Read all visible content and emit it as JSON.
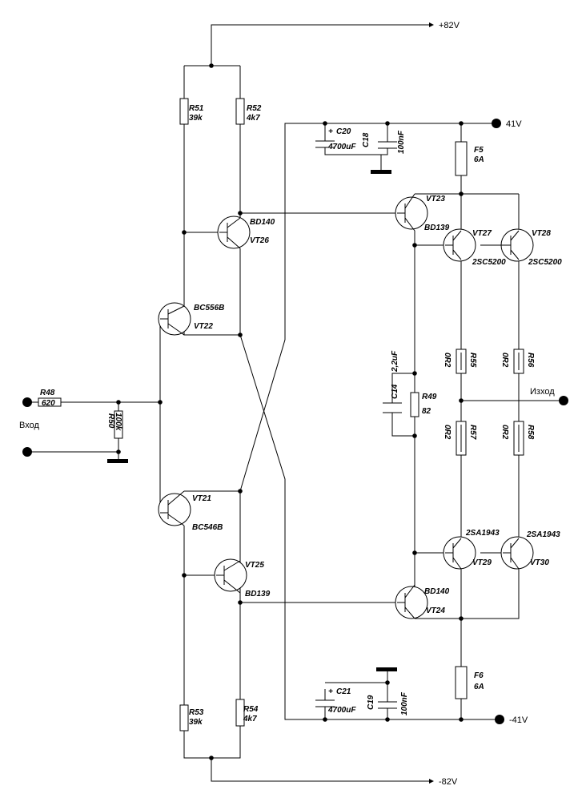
{
  "rails": {
    "pos82": "+82V",
    "neg82": "-82V",
    "pos41": "41V",
    "neg41": "-41V"
  },
  "io": {
    "input": "Вход",
    "output": "Изход"
  },
  "resistors": {
    "r48": {
      "ref": "R48",
      "value": "620"
    },
    "r50": {
      "ref": "R50",
      "value": "100k"
    },
    "r51": {
      "ref": "R51",
      "value": "39k"
    },
    "r52": {
      "ref": "R52",
      "value": "4k7"
    },
    "r53": {
      "ref": "R53",
      "value": "39k"
    },
    "r54": {
      "ref": "R54",
      "value": "4k7"
    },
    "r49": {
      "ref": "R49",
      "value": "82"
    },
    "r55": {
      "ref": "R55",
      "value": "0R2"
    },
    "r56": {
      "ref": "R56",
      "value": "0R2"
    },
    "r57": {
      "ref": "R57",
      "value": "0R2"
    },
    "r58": {
      "ref": "R58",
      "value": "0R2"
    }
  },
  "capacitors": {
    "c20": {
      "ref": "C20",
      "value": "4700uF"
    },
    "c18": {
      "ref": "C18",
      "value": "100nF"
    },
    "c21": {
      "ref": "C21",
      "value": "4700uF"
    },
    "c19": {
      "ref": "C19",
      "value": "100nF"
    },
    "c14": {
      "ref": "C14",
      "value": "2,2uF"
    }
  },
  "fuses": {
    "f5": {
      "ref": "F5",
      "value": "6A"
    },
    "f6": {
      "ref": "F6",
      "value": "6A"
    }
  },
  "transistors": {
    "vt21": {
      "ref": "VT21",
      "part": "BC546B"
    },
    "vt22": {
      "ref": "VT22",
      "part": "BC556B"
    },
    "vt23": {
      "ref": "VT23",
      "part": "BD139"
    },
    "vt24": {
      "ref": "VT24",
      "part": "BD140"
    },
    "vt25": {
      "ref": "VT25",
      "part": "BD139"
    },
    "vt26": {
      "ref": "VT26",
      "part": "BD140"
    },
    "vt27": {
      "ref": "VT27",
      "part": "2SC5200"
    },
    "vt28": {
      "ref": "VT28",
      "part": "2SC5200"
    },
    "vt29": {
      "ref": "VT29",
      "part": "2SA1943"
    },
    "vt30": {
      "ref": "VT30",
      "part": "2SA1943"
    }
  },
  "plus_sign": "+"
}
